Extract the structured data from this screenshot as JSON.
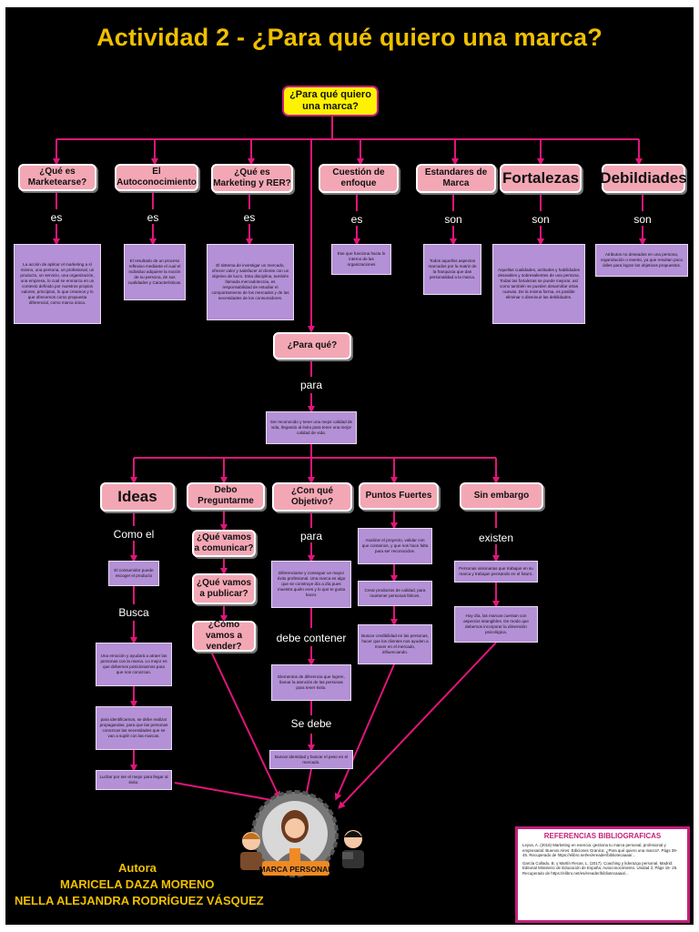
{
  "title": "Actividad 2 - ¿Para qué quiero una marca?",
  "root": "¿Para qué quiero una marca?",
  "top_nodes": [
    {
      "label": "¿Qué es Marketearse?",
      "connector": "es",
      "desc": "La acción de aplicar el marketing a sí mismo, una persona, un profesional, un producto, un servicio, una organización, una empresa, lo cual se enmarca en un contexto definido por nuestros propios valores, principios, lo que creamos y lo que ofrecemos como propuesta diferencial, como marca única."
    },
    {
      "label": "El Autoconocimiento",
      "connector": "es",
      "desc": "El resultado de un proceso reflexivo mediante el cual el individuo adquiere la noción de su persona, de sus cualidades y Características."
    },
    {
      "label": "¿Qué es Marketing y RER?",
      "connector": "es",
      "desc": "El sistema de investigar un mercado, ofrecer valor y satisfacer al cliente con un objetivo de lucro. Esta disciplina, también llamada mercadotecnia, es responsabilidad de estudiar el comportamiento de los mercados y de las necesidades de los consumidores."
    },
    {
      "label": "Cuestión de enfoque",
      "connector": "es",
      "desc": "Ese que funciona hacia lo interno de las organizaciones"
    },
    {
      "label": "Estandares de Marca",
      "connector": "son",
      "desc": "Todos aquellos aspectos marcados por la matriz de la franquicia que dan personalidad a la marca."
    },
    {
      "label": "Fortalezas",
      "connector": "son",
      "desc": "Aquellas cualidades, actitudes y habilidades deseables y sobresalientes de una persona. Todas las fortalezas se puede mejorar, así como también se pueden desarrollar otras nuevas. De la misma forma, es posible eliminar o disminuir las debilidades."
    },
    {
      "label": "Debildiades",
      "connector": "son",
      "desc": "Atributos no deseados en una persona, organización o evento, ya que resultan poco útiles para lograr los objetivos propuestos."
    }
  ],
  "para_que": "¿Para qué?",
  "para": "para",
  "goal": "Ser reconocido y tener una mejor calidad de vida, llegando al éxito para tener una mejor calidad de vida.",
  "bottom_nodes": {
    "ideas": {
      "label": "Ideas",
      "connector1": "Como el",
      "box1": "El consumidor puede escoger el producto",
      "connector2": "Busca",
      "box2": "Una emoción y ayudará a atraer las personas con la marca. Lo mejor es que debemos posicionarnos para que nos conozcan.",
      "box3": "para identificarnos, se debe realizar propagandas, para que las personas conozcan las necesidades que se van a suplir con las marcas.",
      "box4": "Luchar por ser el mejor para llegar al éxito."
    },
    "debo": {
      "label": "Debo Preguntarme",
      "q1": "¿Qué vamos a comunicar?",
      "q2": "¿Qué vamos a publicar?",
      "q3": "¿Cómo vamos a vender?"
    },
    "objetivo": {
      "label": "¿Con qué Objetivo?",
      "connector1": "para",
      "box1": "Diferenciarse y conseguir un mayor éxito profesional. Una marca es algo que se construye día a día pues muestra quién eres y lo que te gusta hacer.",
      "connector2": "debe contener",
      "box2": "Elementos de diferencia que logren, llamar la atención de las personas para tener éxito.",
      "connector3": "Se debe",
      "box3": "Buscar identidad y buscar el peso en el mercado."
    },
    "puntos": {
      "label": "Puntos Fuertes",
      "box1": "Analizar el proyecto, validar con que contamos, y que nos hace falta para ser reconocidos.",
      "box2": "Crear productos de calidad, para mantener personas felices.",
      "box3": "Buscar credibilidad en las personas, hacer que los clientes nos ayuden a mover en el mercado, influenciando."
    },
    "embargo": {
      "label": "Sin embargo",
      "connector1": "existen",
      "box1": "Personas visionarias que trabajan en su marca y trabajan pensando en el futuro.",
      "box2": "Hoy día, las marcas cuentan con aspectos intangibles. De modo que debemos incorporar la dimensión psicológica."
    }
  },
  "badge_label": "MARCA PERSONAL",
  "author": {
    "heading": "Autora",
    "name1": "MARICELA DAZA MORENO",
    "name2": "NELLA ALEJANDRA RODRÍGUEZ VÁSQUEZ"
  },
  "references": {
    "title": "REFERENCIAS BIBLIOGRAFICAS",
    "items": [
      "Leyva, A. (2016) Marketing en esencia: gestiona tu marca personal, profesional y empresarial. Buenos Aires: Ediciones Granica; ¿Para qué quiero una marca?. Págs 39-45. Recuperado de https://elibro.net/es/ereader/bibliotecaaaa/...",
      "García Collado, B. y Martín Recas, L. (2017). Coaching y liderazgo personal. Madrid: Editorial Ministerio de Educación de España; Autoconocimiento. Unidad 2; Págs 16- 25. Recuperado de https://elibro.net/es/ereader/bibliotecaaaa/..."
    ]
  },
  "colors": {
    "background": "#000000",
    "title": "#f0c000",
    "connector": "#e0157a",
    "node": "#f3a7b5",
    "desc": "#b490d6",
    "root": "#fff200"
  }
}
